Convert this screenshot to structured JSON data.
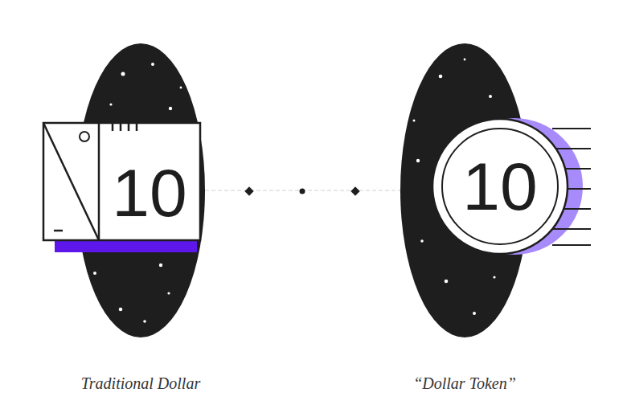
{
  "diagram": {
    "nodes": [
      {
        "text": [
          "Traditional Dollar"
        ]
      },
      {
        "text": [
          "10"
        ],
        "in": 0
      },
      {
        "text": [
          "“Dollar Token”"
        ]
      },
      {
        "text": [
          "10"
        ],
        "in": 2
      }
    ],
    "edges": [
      {
        "from": 0,
        "to": 2,
        "arrow": "none"
      }
    ]
  }
}
